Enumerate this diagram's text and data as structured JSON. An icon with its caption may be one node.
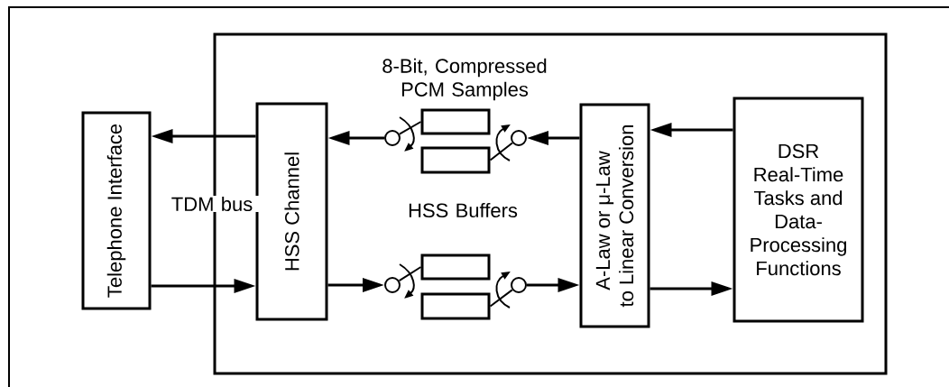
{
  "diagram": {
    "nodes": [
      {
        "text": [],
        "shape": "box"
      },
      {
        "text": [
          "Telephone Interface"
        ]
      },
      {
        "text": [
          "HSS Channel"
        ],
        "in": 0
      },
      {
        "text": [
          "A-Law or μ-Law to Linear Conversion"
        ],
        "in": 0
      },
      {
        "text": [
          "DSR Real-Time Tasks and Data-Processing Functions"
        ],
        "in": 0
      },
      {
        "text": [],
        "shape": "box",
        "in": 0
      },
      {
        "text": [],
        "shape": "box",
        "in": 0
      },
      {
        "text": [],
        "shape": "box",
        "in": 0
      },
      {
        "text": [],
        "shape": "box",
        "in": 0
      },
      {
        "text": [],
        "shape": "circle",
        "in": 0
      },
      {
        "text": [],
        "shape": "circle",
        "in": 0
      },
      {
        "text": [],
        "shape": "circle",
        "in": 0
      },
      {
        "text": [],
        "shape": "circle",
        "in": 0
      }
    ],
    "edges": [
      {
        "from": 2,
        "to": 1,
        "arrow": "to"
      },
      {
        "from": 1,
        "to": 2,
        "arrow": "to"
      },
      {
        "from": 9,
        "to": 2,
        "arrow": "to"
      },
      {
        "from": 3,
        "to": 10,
        "arrow": "to"
      },
      {
        "from": 4,
        "to": 3,
        "arrow": "to"
      },
      {
        "from": 2,
        "to": 11,
        "arrow": "to"
      },
      {
        "from": 12,
        "to": 3,
        "arrow": "to"
      },
      {
        "from": 3,
        "to": 4,
        "arrow": "to"
      },
      {
        "from": 9,
        "to": 5,
        "arrow": "none"
      },
      {
        "from": 10,
        "to": 6,
        "arrow": "none"
      },
      {
        "from": 11,
        "to": 7,
        "arrow": "none"
      },
      {
        "from": 12,
        "to": 8,
        "arrow": "none"
      }
    ],
    "labels": [
      "8-Bit, Compressed PCM Samples",
      "TDM bus",
      "HSS Buffers"
    ]
  }
}
